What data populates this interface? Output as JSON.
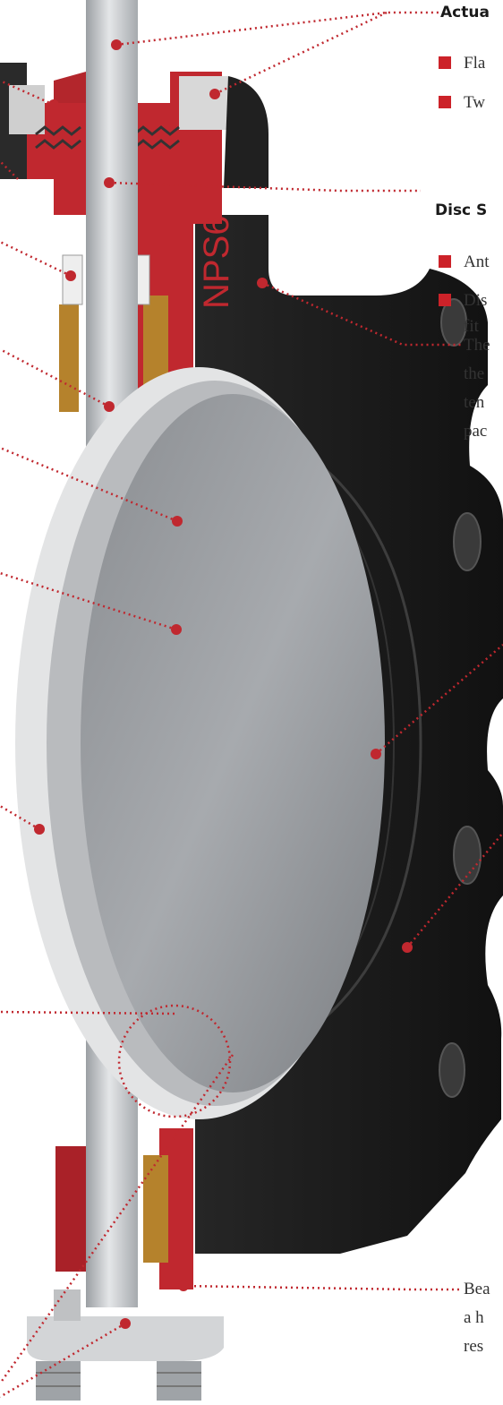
{
  "labels": {
    "actuator_heading": "Actua",
    "actuator_bullets": [
      "Fla",
      "Tw"
    ],
    "disc_heading": "Disc S",
    "disc_bullets": [
      "Ant",
      "Dis"
    ],
    "disc_bullet_cont": "fit",
    "body_text": [
      "The",
      "the",
      "ten",
      "pac"
    ],
    "bearing_text": [
      "Bea",
      "a h",
      "res"
    ],
    "stamp": "NPS6"
  },
  "colors": {
    "accent": "#cc2229",
    "body_black": "#1e1e1e",
    "steel": "#c9cbcd"
  }
}
